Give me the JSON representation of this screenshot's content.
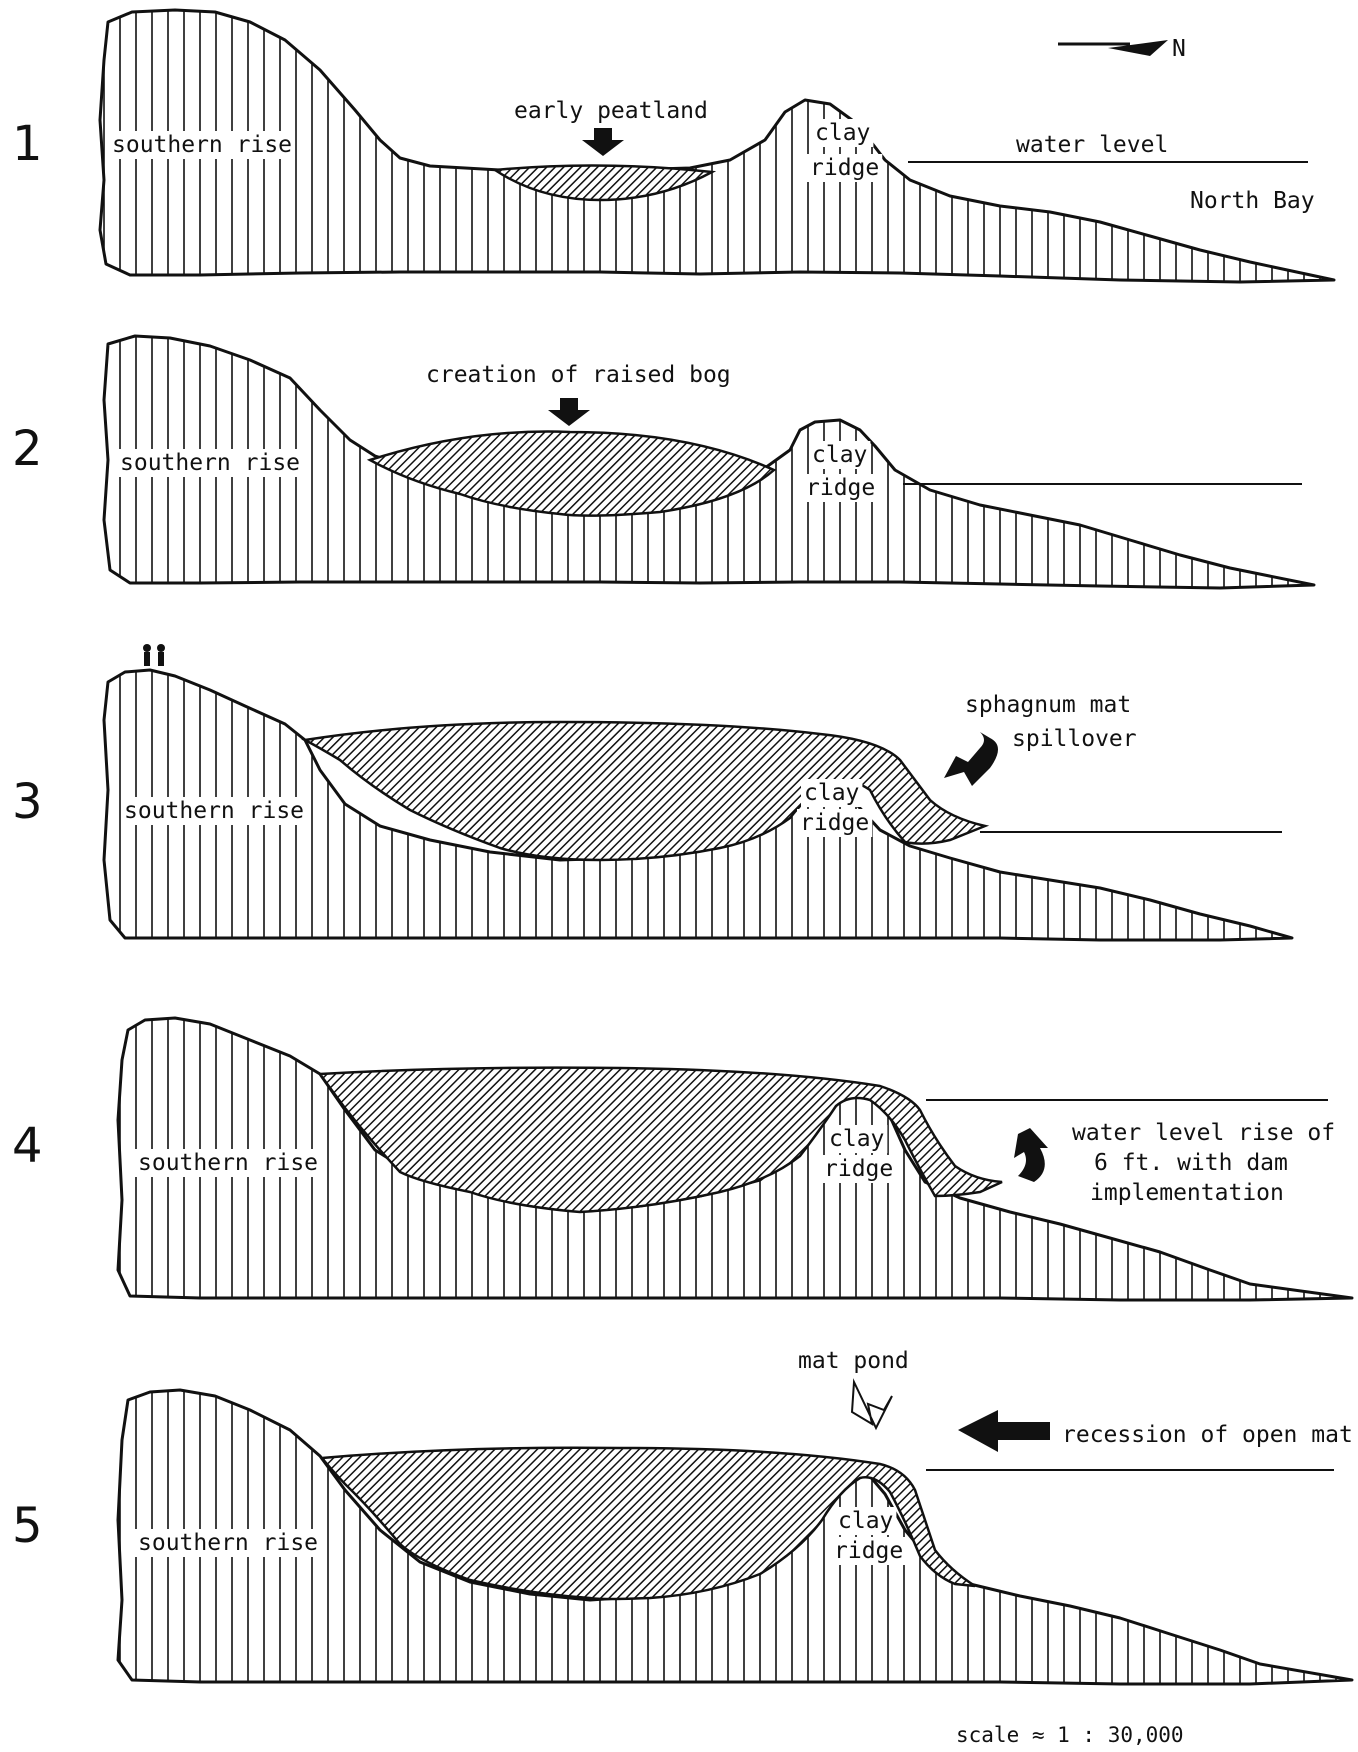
{
  "stages": [
    {
      "number": "1",
      "southern_rise": "southern rise",
      "clay": "clay",
      "ridge": "ridge",
      "peat_label": "early peatland",
      "water_label": "water level",
      "bay_label": "North Bay"
    },
    {
      "number": "2",
      "southern_rise": "southern rise",
      "clay": "clay",
      "ridge": "ridge",
      "peat_label": "creation of raised bog"
    },
    {
      "number": "3",
      "southern_rise": "southern rise",
      "clay": "clay",
      "ridge": "ridge",
      "annotation_line1": "sphagnum mat",
      "annotation_line2": "spillover"
    },
    {
      "number": "4",
      "southern_rise": "southern rise",
      "clay": "clay",
      "ridge": "ridge",
      "annotation_line1": "water level rise of",
      "annotation_line2": "6 ft. with dam",
      "annotation_line3": "implementation"
    },
    {
      "number": "5",
      "southern_rise": "southern rise",
      "clay": "clay",
      "ridge": "ridge",
      "pond_label": "mat pond",
      "annotation_line1": "recession of open mat"
    }
  ],
  "north_label": "N",
  "scale_label": "scale ≈ 1 : 30,000"
}
